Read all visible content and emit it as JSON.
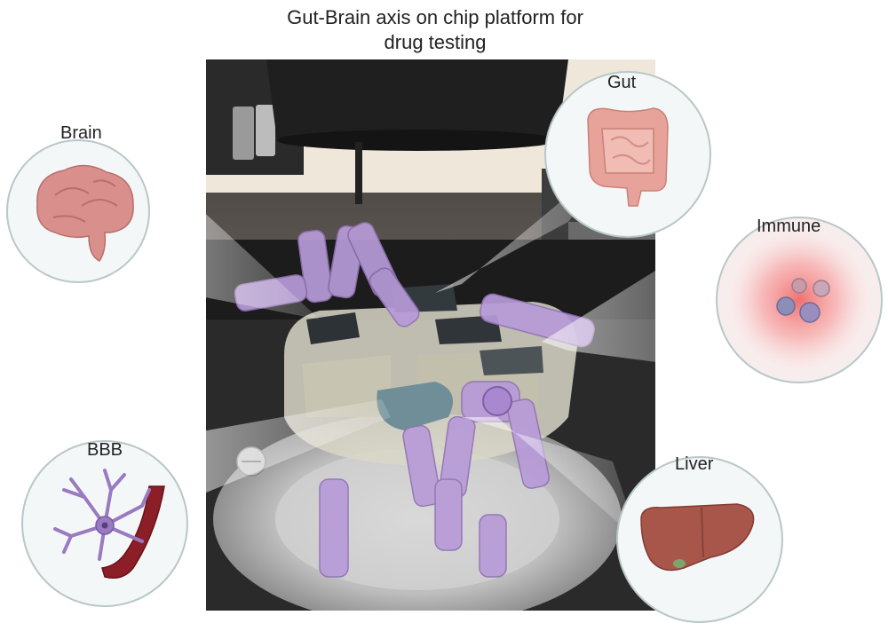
{
  "title": {
    "line1": "Gut-Brain axis on chip platform for",
    "line2": "drug testing"
  },
  "organs": [
    {
      "id": "brain",
      "label": "Brain",
      "icon": "brain-icon"
    },
    {
      "id": "gut",
      "label": "Gut",
      "icon": "intestine-icon"
    },
    {
      "id": "immune",
      "label": "Immune",
      "icon": "immune-cells-icon"
    },
    {
      "id": "bbb",
      "label": "BBB",
      "icon": "neuron-vessel-icon"
    },
    {
      "id": "liver",
      "label": "Liver",
      "icon": "liver-icon"
    }
  ],
  "photo": {
    "subject": "multi-chip platform on microscope stage",
    "colors": {
      "tubing": "#b79ad6",
      "stage": "#c8c8c8",
      "background": "#1e1e1e"
    }
  },
  "colors": {
    "circle_border": "#b9c7c8",
    "circle_fill": "#f4f7f8",
    "brain": "#d9908c",
    "gut": "#e7a39a",
    "liver": "#a8554a",
    "neuron": "#9a7ac0",
    "vessel": "#8b1e26",
    "immune_glow": "#f07070"
  }
}
